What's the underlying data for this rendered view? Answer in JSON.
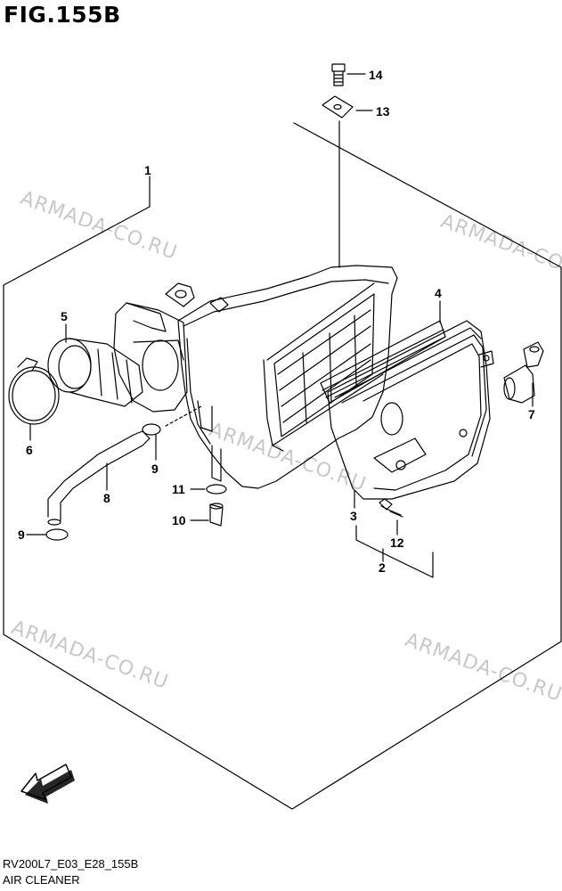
{
  "figure": {
    "title": "FIG.155B"
  },
  "callouts": {
    "c1": "1",
    "c2": "2",
    "c3": "3",
    "c4": "4",
    "c5": "5",
    "c6": "6",
    "c7": "7",
    "c8": "8",
    "c9a": "9",
    "c9b": "9",
    "c10": "10",
    "c11": "11",
    "c12": "12",
    "c13": "13",
    "c14": "14"
  },
  "watermarks": {
    "w1": "ARMADA-CO.RU",
    "w2": "ARMADA-CO.RU",
    "w3": "ARMADA-CO.RU",
    "w4": "ARMADA-CO.RU",
    "w5": "ARMADA-CO.RU"
  },
  "fwd_label": "FWD",
  "footer": {
    "code": "RV200L7_E03_E28_155B",
    "name": "AIR CLEANER"
  }
}
